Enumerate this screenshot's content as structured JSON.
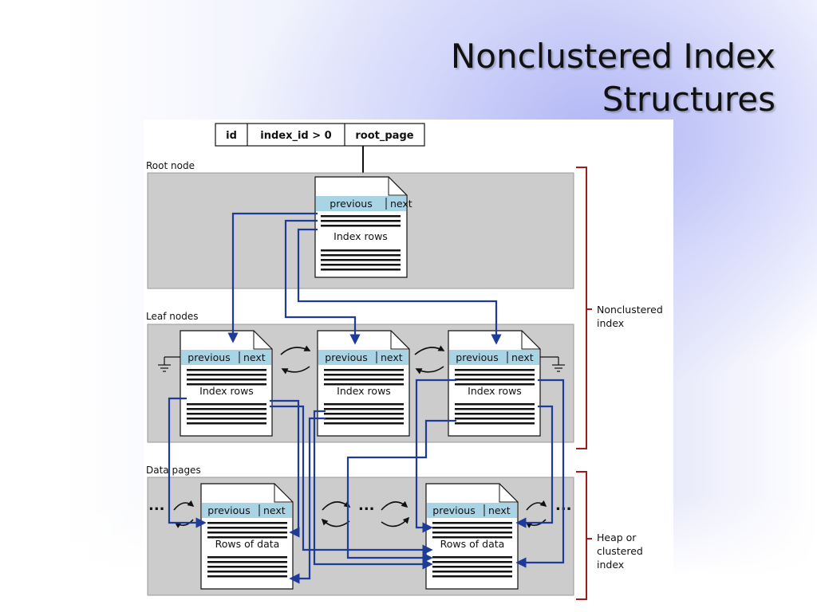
{
  "title": {
    "line1": "Nonclustered Index",
    "line2": "Structures"
  },
  "sysindexes_header": {
    "col1": "id",
    "col2": "index_id > 0",
    "col3": "root_page"
  },
  "levels": {
    "root": "Root node",
    "leaf": "Leaf nodes",
    "data": "Data pages"
  },
  "page_header": {
    "previous": "previous",
    "next": "next"
  },
  "page_body": {
    "index_rows": "Index rows",
    "rows_of_data": "Rows of data"
  },
  "brackets": {
    "nonclustered": [
      "Nonclustered",
      "index"
    ],
    "heap": [
      "Heap or",
      "clustered",
      "index"
    ]
  },
  "ellipsis": "...",
  "colors": {
    "band": "#cccccc",
    "header": "#a8d4e6",
    "arrow": "#1f3b9a",
    "bracket": "#a01c1c"
  }
}
